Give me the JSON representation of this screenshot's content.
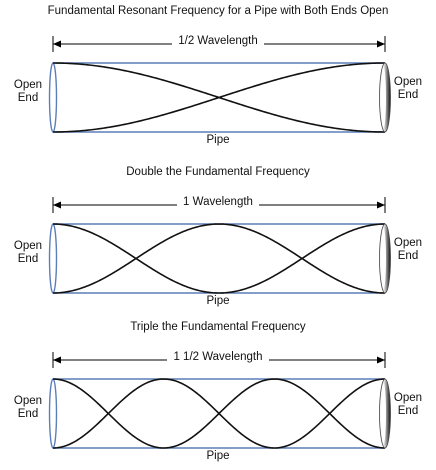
{
  "colors": {
    "pipe_outline": "#5b7fb8",
    "wave": "#111111",
    "text": "#111111"
  },
  "panels": [
    {
      "title": "Fundamental Resonant Frequency for a Pipe with Both Ends Open",
      "wavelength_label": "1/2 Wavelength",
      "left_end": [
        "Open",
        "End"
      ],
      "right_end": [
        "Open",
        "End"
      ],
      "pipe_label": "Pipe",
      "half_wavelengths": 1
    },
    {
      "title": "Double the Fundamental Frequency",
      "wavelength_label": "1 Wavelength",
      "left_end": [
        "Open",
        "End"
      ],
      "right_end": [
        "Open",
        "End"
      ],
      "pipe_label": "Pipe",
      "half_wavelengths": 2
    },
    {
      "title": "Triple the Fundamental Frequency",
      "wavelength_label": "1 1/2 Wavelength",
      "left_end": [
        "Open",
        "End"
      ],
      "right_end": [
        "Open",
        "End"
      ],
      "pipe_label": "Pipe",
      "half_wavelengths": 3
    }
  ]
}
